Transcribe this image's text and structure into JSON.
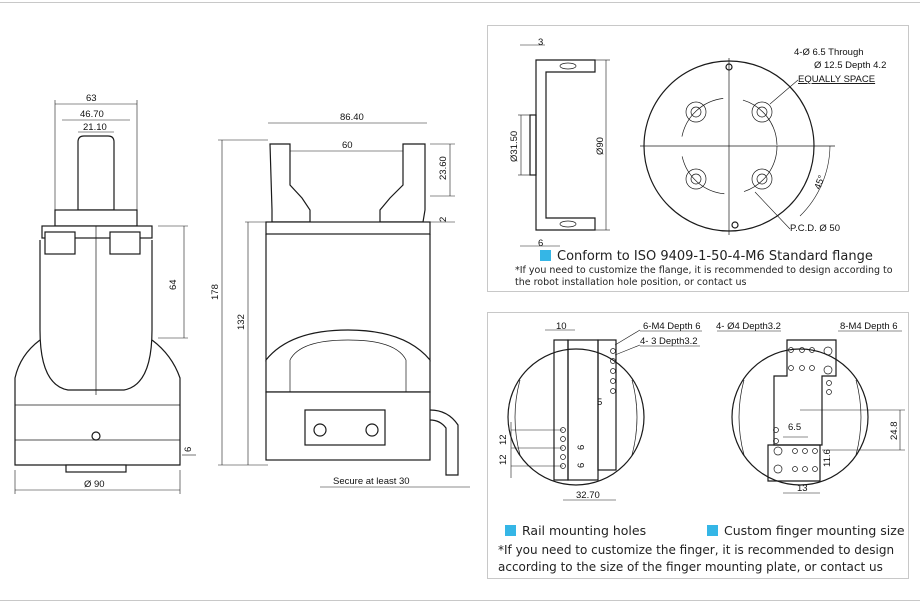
{
  "front_view": {
    "dim_63": "63",
    "dim_46_70": "46.70",
    "dim_21_10": "21.10",
    "dim_64": "64",
    "dim_6": "6",
    "dim_d90": "Ø 90"
  },
  "side_view": {
    "dim_86_40": "86.40",
    "dim_60": "60",
    "dim_23_60": "23.60",
    "dim_2": "2",
    "dim_178": "178",
    "dim_132": "132",
    "secure_label": "Secure at least 30"
  },
  "flange": {
    "dim_3": "3",
    "dim_d31_50": "Ø31.50",
    "dim_d90": "Ø90",
    "dim_6": "6",
    "hole_spec_1": "4-Ø 6.5 Through",
    "hole_spec_2": "Ø 12.5 Depth 4.2",
    "hole_spec_3": "EQUALLY SPACE",
    "angle": "45°",
    "pcd": "P.C.D.  Ø 50",
    "title": "Conform to ISO 9409-1-50-4-M6 Standard flange",
    "note": "*If you need to customize the flange, it is recommended to design according to the robot installation hole position, or contact us"
  },
  "finger": {
    "left": {
      "dim_10": "10",
      "spec_1": "6-M4 Depth 6",
      "spec_2": "4- 3 Depth3.2",
      "dim_5": "5",
      "dim_12a": "12",
      "dim_12b": "12",
      "dim_6a": "6",
      "dim_6b": "6",
      "dim_32_70": "32.70"
    },
    "right": {
      "spec_1": "4- Ø4 Depth3.2",
      "spec_2": "8-M4 Depth 6",
      "dim_6_5": "6.5",
      "dim_24_8": "24.8",
      "dim_11_6": "11.6",
      "dim_13": "13"
    },
    "legend_rail": "Rail mounting holes",
    "legend_custom": "Custom finger mounting size",
    "note": "*If you need to customize the finger, it is recommended to design according to the size of the finger mounting plate, or contact us"
  },
  "colors": {
    "accent": "#35b6e6"
  }
}
